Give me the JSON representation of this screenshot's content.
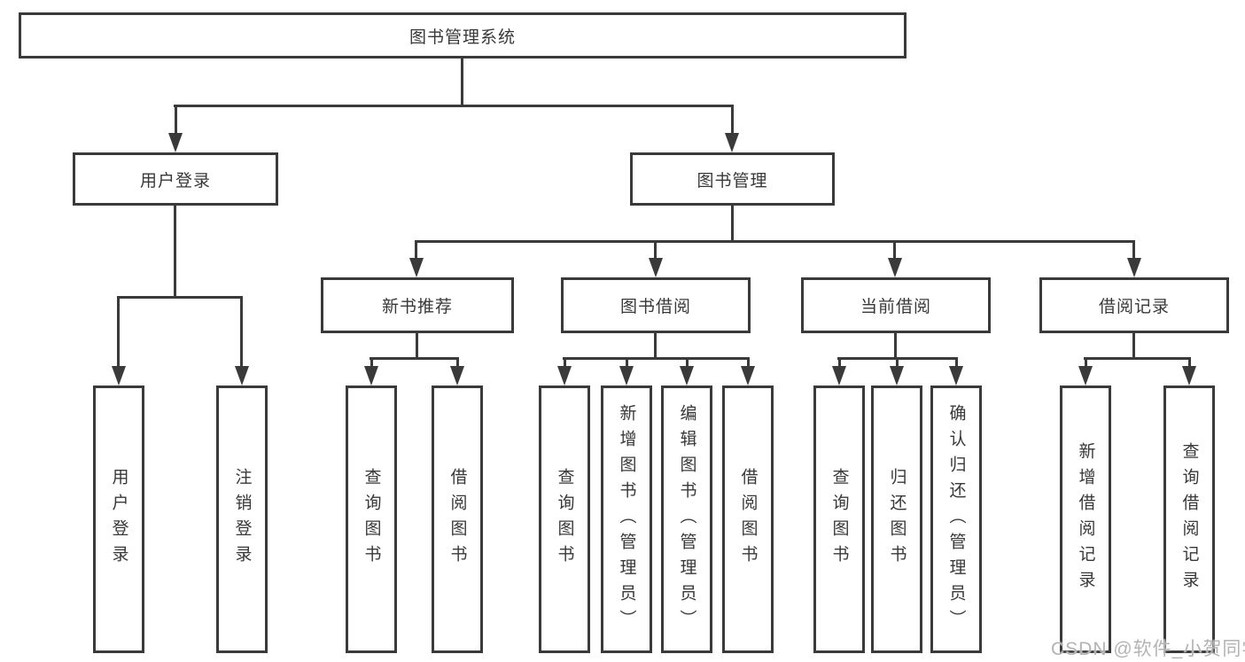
{
  "diagram_title": "图书管理系统",
  "tree": {
    "label": "图书管理系统",
    "children": [
      {
        "label": "用户登录",
        "children": [
          {
            "label": "用户登录"
          },
          {
            "label": "注销登录"
          }
        ]
      },
      {
        "label": "图书管理",
        "children": [
          {
            "label": "新书推荐",
            "children": [
              {
                "label": "查询图书"
              },
              {
                "label": "借阅图书"
              }
            ]
          },
          {
            "label": "图书借阅",
            "children": [
              {
                "label": "查询图书"
              },
              {
                "label": "新增图书（管理员）"
              },
              {
                "label": "编辑图书（管理员）"
              },
              {
                "label": "借阅图书"
              }
            ]
          },
          {
            "label": "当前借阅",
            "children": [
              {
                "label": "查询图书"
              },
              {
                "label": "归还图书"
              },
              {
                "label": "确认归还（管理员）"
              }
            ]
          },
          {
            "label": "借阅记录",
            "children": [
              {
                "label": "新增借阅记录"
              },
              {
                "label": "查询借阅记录"
              }
            ]
          }
        ]
      }
    ]
  },
  "watermark": {
    "text": "CSDN @软件_小贺同学"
  },
  "colors": {
    "line": "#3a3a3a",
    "box_border": "#3a3a3a",
    "text": "#383838",
    "background": "#ffffff",
    "watermark": "#b3b3b3"
  }
}
